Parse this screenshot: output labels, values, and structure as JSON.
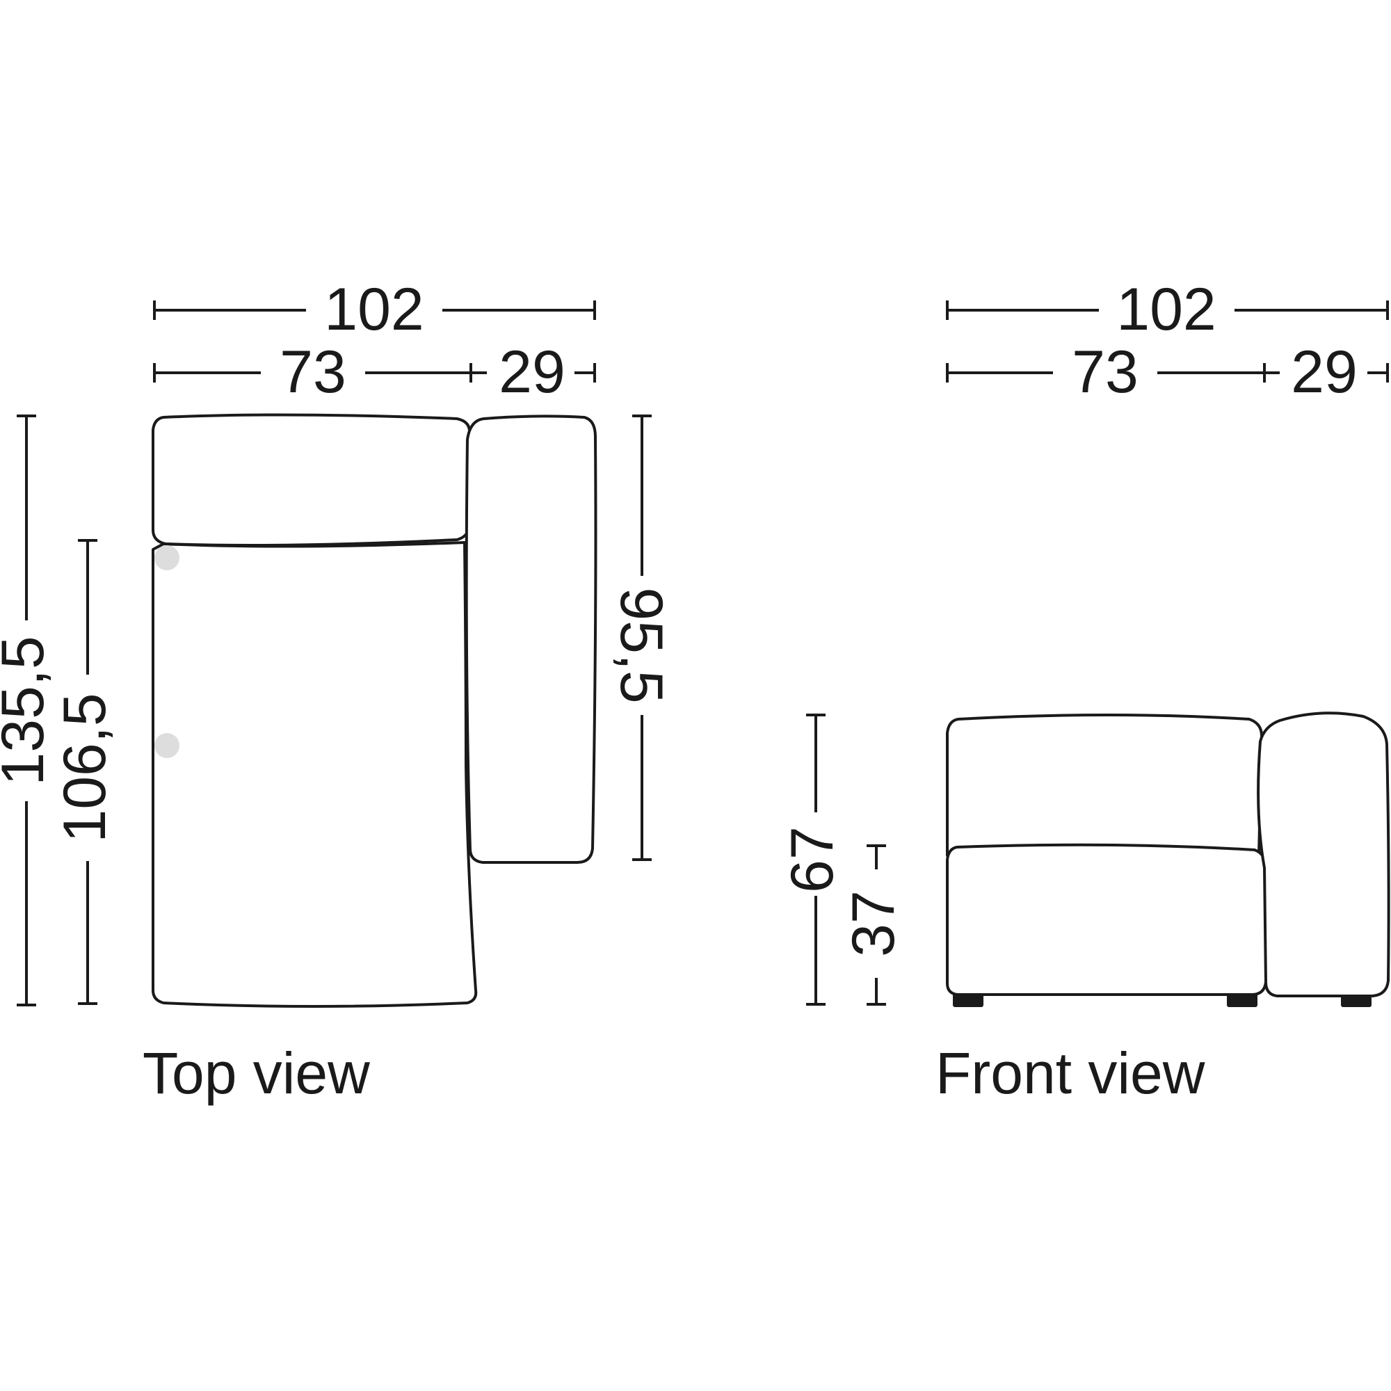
{
  "top_view": {
    "caption": "Top view",
    "dims": {
      "overall_width": "102",
      "seat_width": "73",
      "arm_width": "29",
      "total_depth": "135,5",
      "seat_depth": "106,5",
      "arm_length": "95,5"
    }
  },
  "front_view": {
    "caption": "Front view",
    "dims": {
      "overall_width": "102",
      "seat_width": "73",
      "arm_width": "29",
      "total_height": "67",
      "seat_height": "37"
    }
  },
  "colors": {
    "line": "#1a1a1a",
    "background": "#ffffff",
    "marker": "#dddddd"
  }
}
